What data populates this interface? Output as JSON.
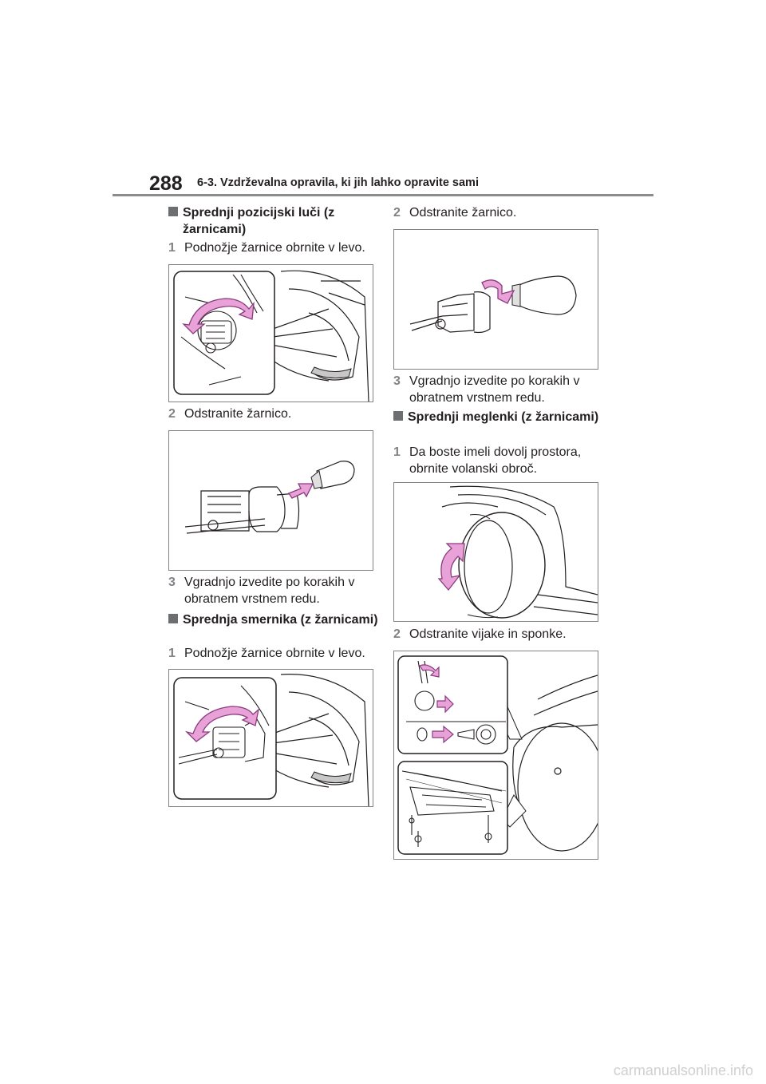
{
  "header": {
    "page_number": "288",
    "section_title": "6-3. Vzdrževalna opravila, ki jih lahko opravite sami"
  },
  "left_column": {
    "section1": {
      "heading": "Sprednji pozicijski luči (z žarnicami)",
      "step1": {
        "num": "1",
        "text": "Podnožje žarnice obrnite v levo."
      },
      "step2": {
        "num": "2",
        "text": "Odstranite žarnico."
      },
      "step3": {
        "num": "3",
        "text": "Vgradnjo izvedite po korakih v obratnem vrstnem redu."
      }
    },
    "section2": {
      "heading": "Sprednja smernika (z žarnicami)",
      "step1": {
        "num": "1",
        "text": "Podnožje žarnice obrnite v levo."
      }
    }
  },
  "right_column": {
    "section1_cont": {
      "step2": {
        "num": "2",
        "text": "Odstranite žarnico."
      },
      "step3": {
        "num": "3",
        "text": "Vgradnjo izvedite po korakih v obratnem vrstnem redu."
      }
    },
    "section3": {
      "heading": "Sprednji meglenki (z žarnicami)",
      "step1": {
        "num": "1",
        "text": "Da boste imeli dovolj prostora, obrnite volanski obroč."
      },
      "step2": {
        "num": "2",
        "text": "Odstranite vijake in sponke."
      }
    }
  },
  "watermark": "carmanualsonline.info",
  "colors": {
    "arrow_pink": "#e8a2d8",
    "arrow_stroke": "#8b3b7e",
    "rule_gray": "#8c8c8c",
    "text": "#231f20"
  }
}
